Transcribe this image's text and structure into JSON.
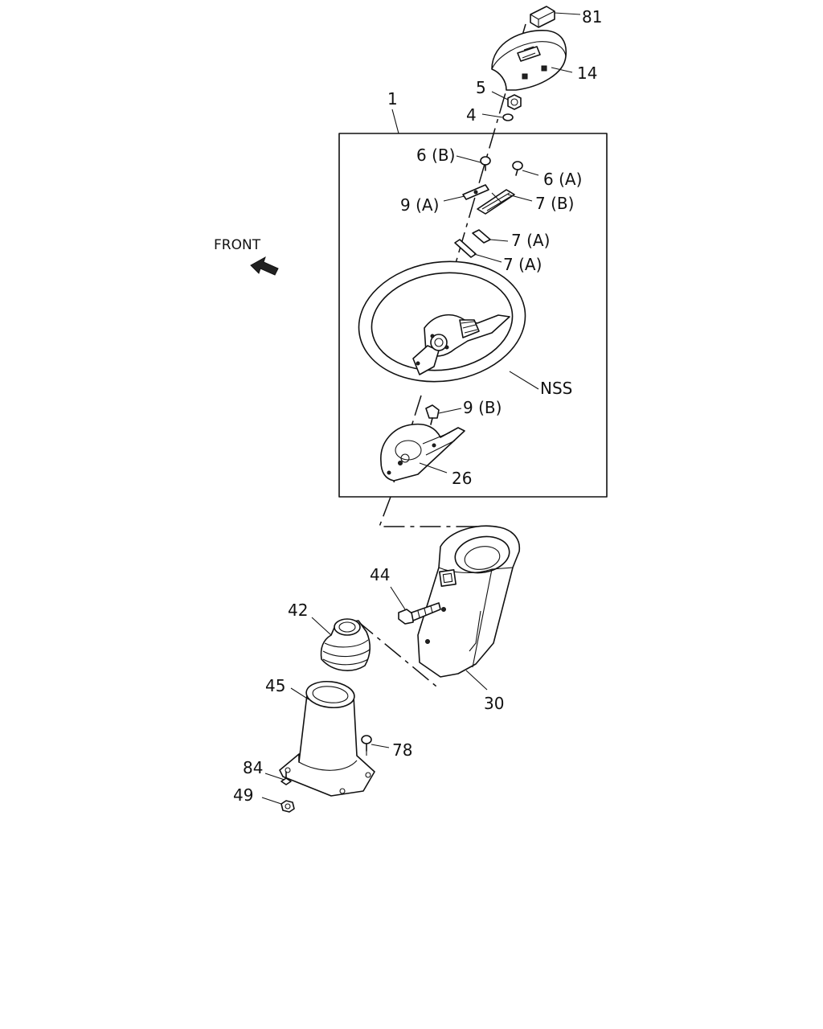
{
  "direction_label": "FRONT",
  "callouts": {
    "c81": "81",
    "c14": "14",
    "c5": "5",
    "c4": "4",
    "c1": "1",
    "c6b": "6 (B)",
    "c6a": "6 (A)",
    "c9a": "9 (A)",
    "c7b": "7 (B)",
    "c7a_1": "7 (A)",
    "c7a_2": "7 (A)",
    "cnss": "NSS",
    "c9b": "9 (B)",
    "c26": "26",
    "c44": "44",
    "c42": "42",
    "c30": "30",
    "c45": "45",
    "c78": "78",
    "c84": "84",
    "c49": "49"
  }
}
